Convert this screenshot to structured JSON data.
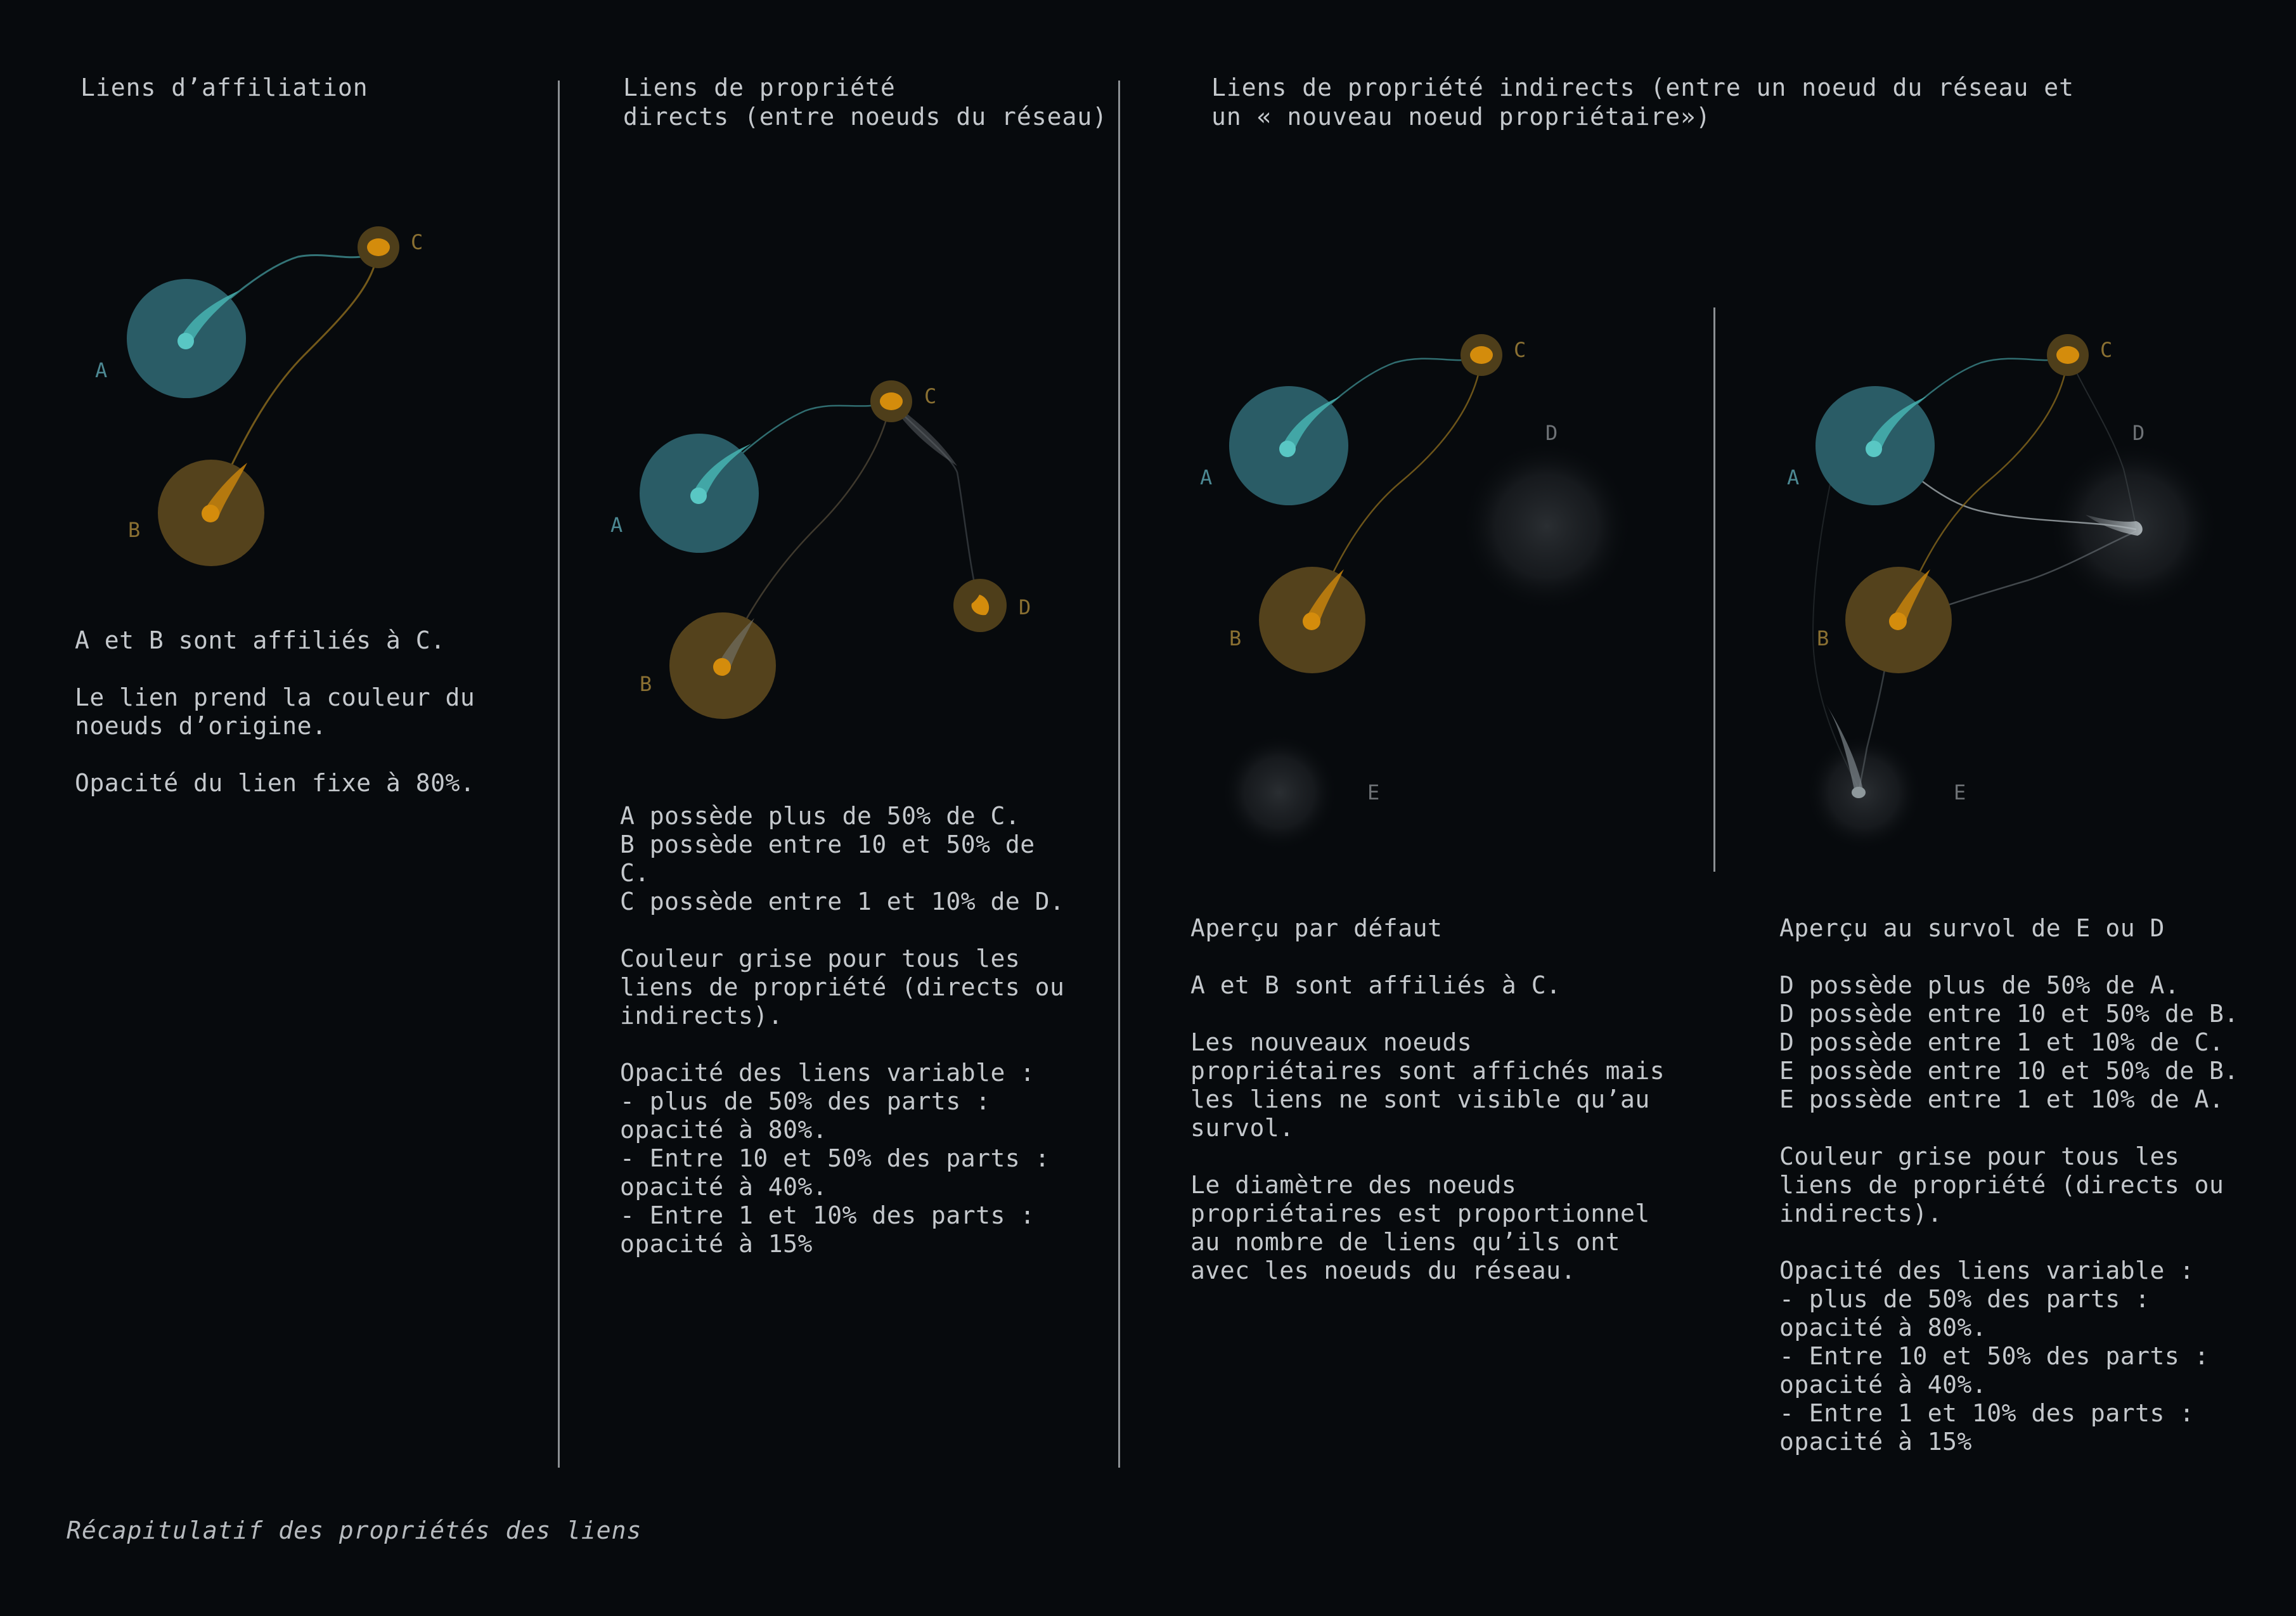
{
  "colors": {
    "background": "#070a0d",
    "affiliated_teal": "#2e6470",
    "teal_core": "#52c2c0",
    "owner_gold": "#5a4720",
    "gold_core": "#d48c0c",
    "link_grey": "#8a9196",
    "new_node_glow": "#2a2d31"
  },
  "columns": {
    "affiliation": {
      "title": "Liens d’affiliation",
      "description": "A et B sont affiliés à C.\n\nLe lien prend la couleur du\nnoeuds d’origine.\n\nOpacité du lien fixe à 80%.",
      "labels": {
        "a": "A",
        "b": "B",
        "c": "C"
      }
    },
    "direct": {
      "title": "Liens de propriété\ndirects (entre noeuds du réseau)",
      "description": "A possède plus de 50% de C.\nB possède entre 10 et 50% de\nC.\nC possède entre 1 et 10% de D.\n\nCouleur grise pour tous les\nliens de propriété (directs ou\nindirects).\n\nOpacité des liens variable :\n- plus de 50% des parts :\nopacité à 80%.\n- Entre 10 et 50% des parts :\nopacité à 40%.\n- Entre 1 et 10% des parts :\nopacité à 15%",
      "labels": {
        "a": "A",
        "b": "B",
        "c": "C",
        "d": "D"
      }
    },
    "indirect": {
      "title": "Liens de propriété indirects (entre un noeud du réseau et\nun « nouveau noeud propriétaire»)",
      "default_view": {
        "description": "Aperçu par défaut\n\nA et B sont affiliés à C.\n\nLes nouveaux noeuds\npropriétaires sont affichés mais\nles liens ne sont visible qu’au\nsurvol.\n\nLe diamètre des noeuds\npropriétaires est proportionnel\nau nombre de liens qu’ils ont\navec les noeuds du réseau.",
        "labels": {
          "a": "A",
          "b": "B",
          "c": "C",
          "d": "D",
          "e": "E"
        }
      },
      "hover_view": {
        "description": "Aperçu au survol de E ou D\n\nD possède plus de 50% de A.\nD possède entre 10 et 50% de B.\nD possède entre 1 et 10% de C.\nE possède entre 10 et 50% de B.\nE possède entre 1 et 10% de A.\n\nCouleur grise pour tous les\nliens de propriété (directs ou\nindirects).\n\nOpacité des liens variable :\n- plus de 50% des parts :\nopacité à 80%.\n- Entre 10 et 50% des parts :\nopacité à 40%.\n- Entre 1 et 10% des parts :\nopacité à 15%",
        "labels": {
          "a": "A",
          "b": "B",
          "c": "C",
          "d": "D",
          "e": "E"
        }
      }
    }
  },
  "caption": "Récapitulatif des propriétés des liens"
}
